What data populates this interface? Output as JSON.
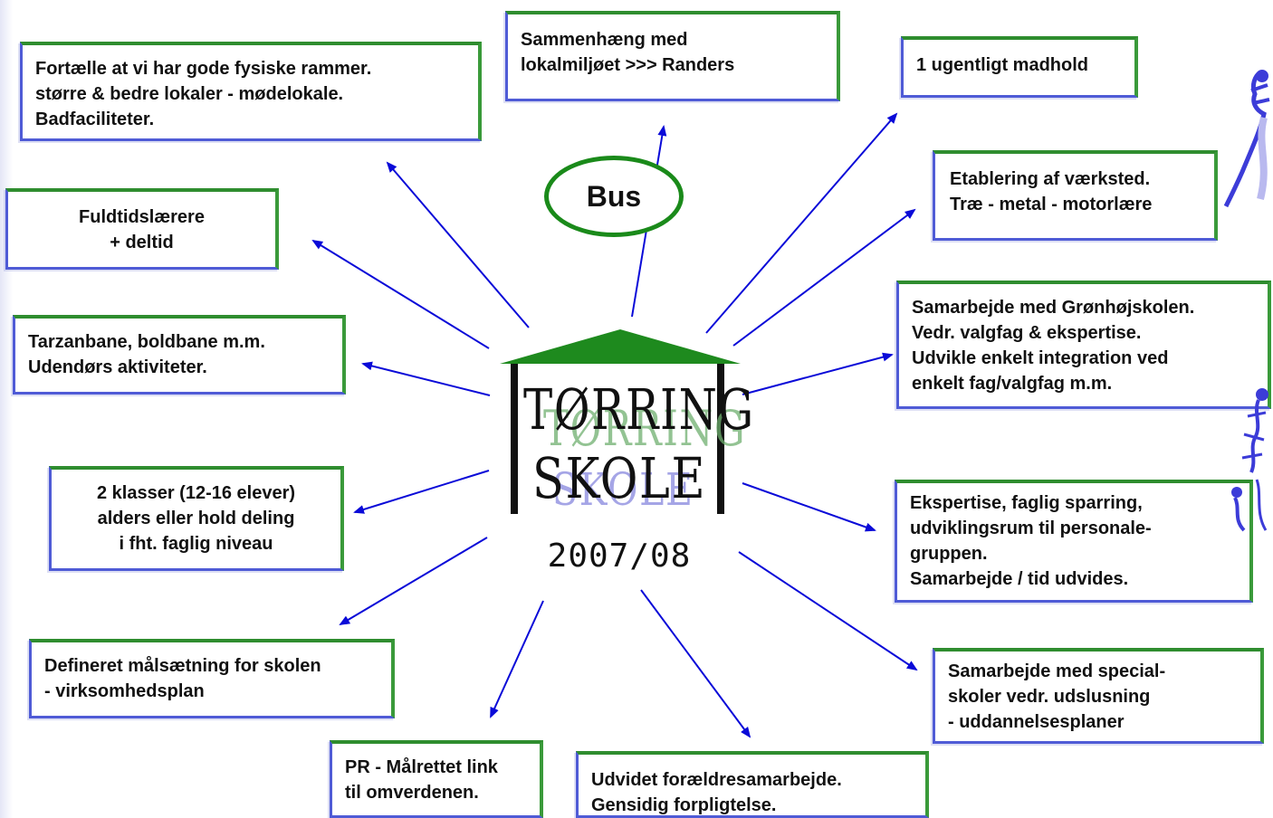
{
  "center": {
    "sign_line1": "TØRRING",
    "sign_line2": "SKOLE",
    "year": "2007/08",
    "bus": "Bus"
  },
  "boxes": [
    {
      "id": "physical",
      "lines": [
        "Fortælle at vi har gode fysiske rammer.",
        "større & bedre lokaler - mødelokale.",
        "Badfaciliteter."
      ]
    },
    {
      "id": "local",
      "lines": [
        "Sammenhæng med",
        "lokalmiljøet >>> Randers"
      ]
    },
    {
      "id": "food",
      "lines": [
        "1 ugentligt madhold"
      ]
    },
    {
      "id": "workshop",
      "lines": [
        "Etablering af værksted.",
        "Træ - metal - motorlære"
      ]
    },
    {
      "id": "teachers",
      "lines": [
        "Fuldtidslærere",
        "+ deltid"
      ]
    },
    {
      "id": "groenhoej",
      "lines": [
        "Samarbejde med Grønhøjskolen.",
        "Vedr. valgfag & ekspertise.",
        "Udvikle enkelt integration ved",
        "enkelt fag/valgfag m.m."
      ]
    },
    {
      "id": "outdoor",
      "lines": [
        "Tarzanbane, boldbane m.m.",
        "Udendørs aktiviteter."
      ]
    },
    {
      "id": "classes",
      "lines": [
        "2 klasser (12-16 elever)",
        "alders eller hold deling",
        "i fht. faglig niveau"
      ]
    },
    {
      "id": "expertise",
      "lines": [
        "Ekspertise, faglig sparring,",
        "udviklingsrum til personale-",
        "gruppen.",
        "Samarbejde / tid udvides."
      ]
    },
    {
      "id": "goals",
      "lines": [
        "Defineret målsætning for skolen",
        "- virksomhedsplan"
      ]
    },
    {
      "id": "special",
      "lines": [
        "Samarbejde med special-",
        "skoler vedr. udslusning",
        "- uddannelsesplaner"
      ]
    },
    {
      "id": "pr",
      "lines": [
        "PR - Målrettet link",
        "til omverdenen."
      ]
    },
    {
      "id": "parents",
      "lines": [
        "Udvidet forældresamarbejde.",
        "Gensidig forpligtelse."
      ]
    }
  ],
  "colors": {
    "arrow": "#0a0ad8",
    "box_top": "#2e8b2e",
    "box_left": "#4f5bd6",
    "roof": "#1e8a1e",
    "bus_border": "#1a8a1a"
  }
}
